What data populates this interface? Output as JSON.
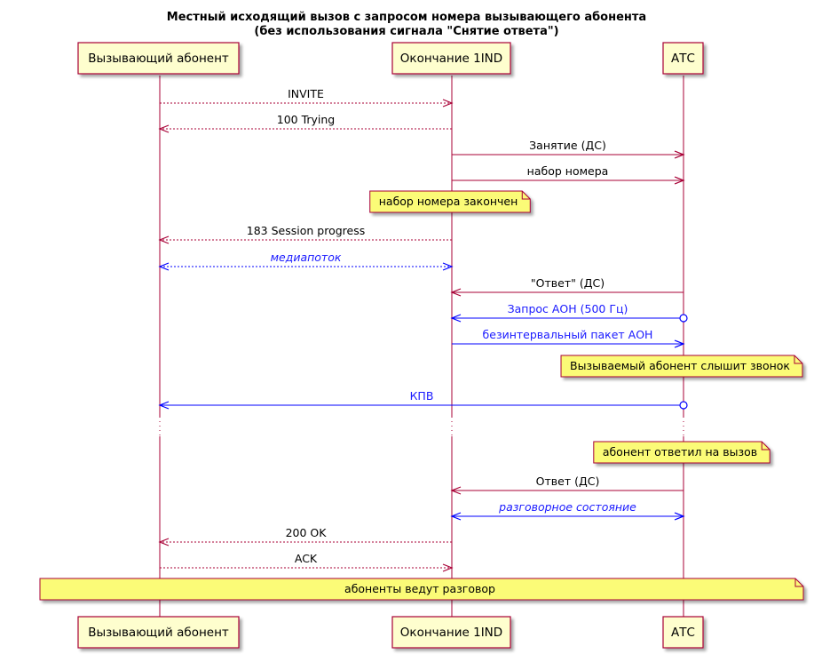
{
  "title": {
    "line1": "Местный исходящий вызов с запросом номера вызывающего абонента",
    "line2": "(без использования сигнала \"Снятие ответа\")"
  },
  "participants": [
    {
      "id": "caller",
      "label": "Вызывающий абонент"
    },
    {
      "id": "ind",
      "label": "Окончание 1IND"
    },
    {
      "id": "atc",
      "label": "АТС"
    }
  ],
  "colors": {
    "lifeline": "#A80036",
    "blue": "#0000FF",
    "participant_fill": "#FEFECE",
    "note_fill": "#FBFB77",
    "blue_text": "#1A1AFF"
  },
  "events": [
    {
      "type": "msg",
      "from": "caller",
      "to": "ind",
      "label": "INVITE",
      "style": "dashed",
      "color": "red"
    },
    {
      "type": "msg",
      "from": "ind",
      "to": "caller",
      "label": "100 Trying",
      "style": "dashed",
      "color": "red"
    },
    {
      "type": "msg",
      "from": "ind",
      "to": "atc",
      "label": "Занятие (ДС)",
      "style": "solid",
      "color": "red"
    },
    {
      "type": "msg",
      "from": "ind",
      "to": "atc",
      "label": "набор номера",
      "style": "solid",
      "color": "red"
    },
    {
      "type": "note",
      "over": "ind",
      "text": "набор номера закончен"
    },
    {
      "type": "msg",
      "from": "ind",
      "to": "caller",
      "label": "183 Session progress",
      "style": "dashed",
      "color": "red"
    },
    {
      "type": "msg",
      "from": "caller",
      "to": "ind",
      "label": "медиапоток",
      "style": "dashed",
      "color": "blue",
      "both": true,
      "italic": true
    },
    {
      "type": "msg",
      "from": "atc",
      "to": "ind",
      "label": "\"Ответ\" (ДС)",
      "style": "solid",
      "color": "red"
    },
    {
      "type": "msg",
      "from": "atc",
      "to": "ind",
      "label": "Запрос АОН (500 Гц)",
      "style": "solid",
      "color": "blue",
      "circle": true
    },
    {
      "type": "msg",
      "from": "ind",
      "to": "atc",
      "label": "безинтервальный пакет АОН",
      "style": "solid",
      "color": "blue"
    },
    {
      "type": "note",
      "over": "atc",
      "text": "Вызываемый абонент слышит звонок"
    },
    {
      "type": "msg",
      "from": "atc",
      "to": "caller",
      "label": "КПВ",
      "style": "solid",
      "color": "blue",
      "circle": true
    },
    {
      "type": "delay"
    },
    {
      "type": "note",
      "over": "atc",
      "text": "абонент ответил на вызов"
    },
    {
      "type": "msg",
      "from": "atc",
      "to": "ind",
      "label": "Ответ (ДС)",
      "style": "solid",
      "color": "red"
    },
    {
      "type": "msg",
      "from": "ind",
      "to": "atc",
      "label": "разговорное состояние",
      "style": "solid",
      "color": "blue",
      "both": true,
      "italic": true
    },
    {
      "type": "msg",
      "from": "ind",
      "to": "caller",
      "label": "200 OK",
      "style": "dashed",
      "color": "red"
    },
    {
      "type": "msg",
      "from": "caller",
      "to": "ind",
      "label": "ACK",
      "style": "dashed",
      "color": "red"
    },
    {
      "type": "note",
      "over": "all",
      "text": "абоненты ведут разговор"
    }
  ]
}
